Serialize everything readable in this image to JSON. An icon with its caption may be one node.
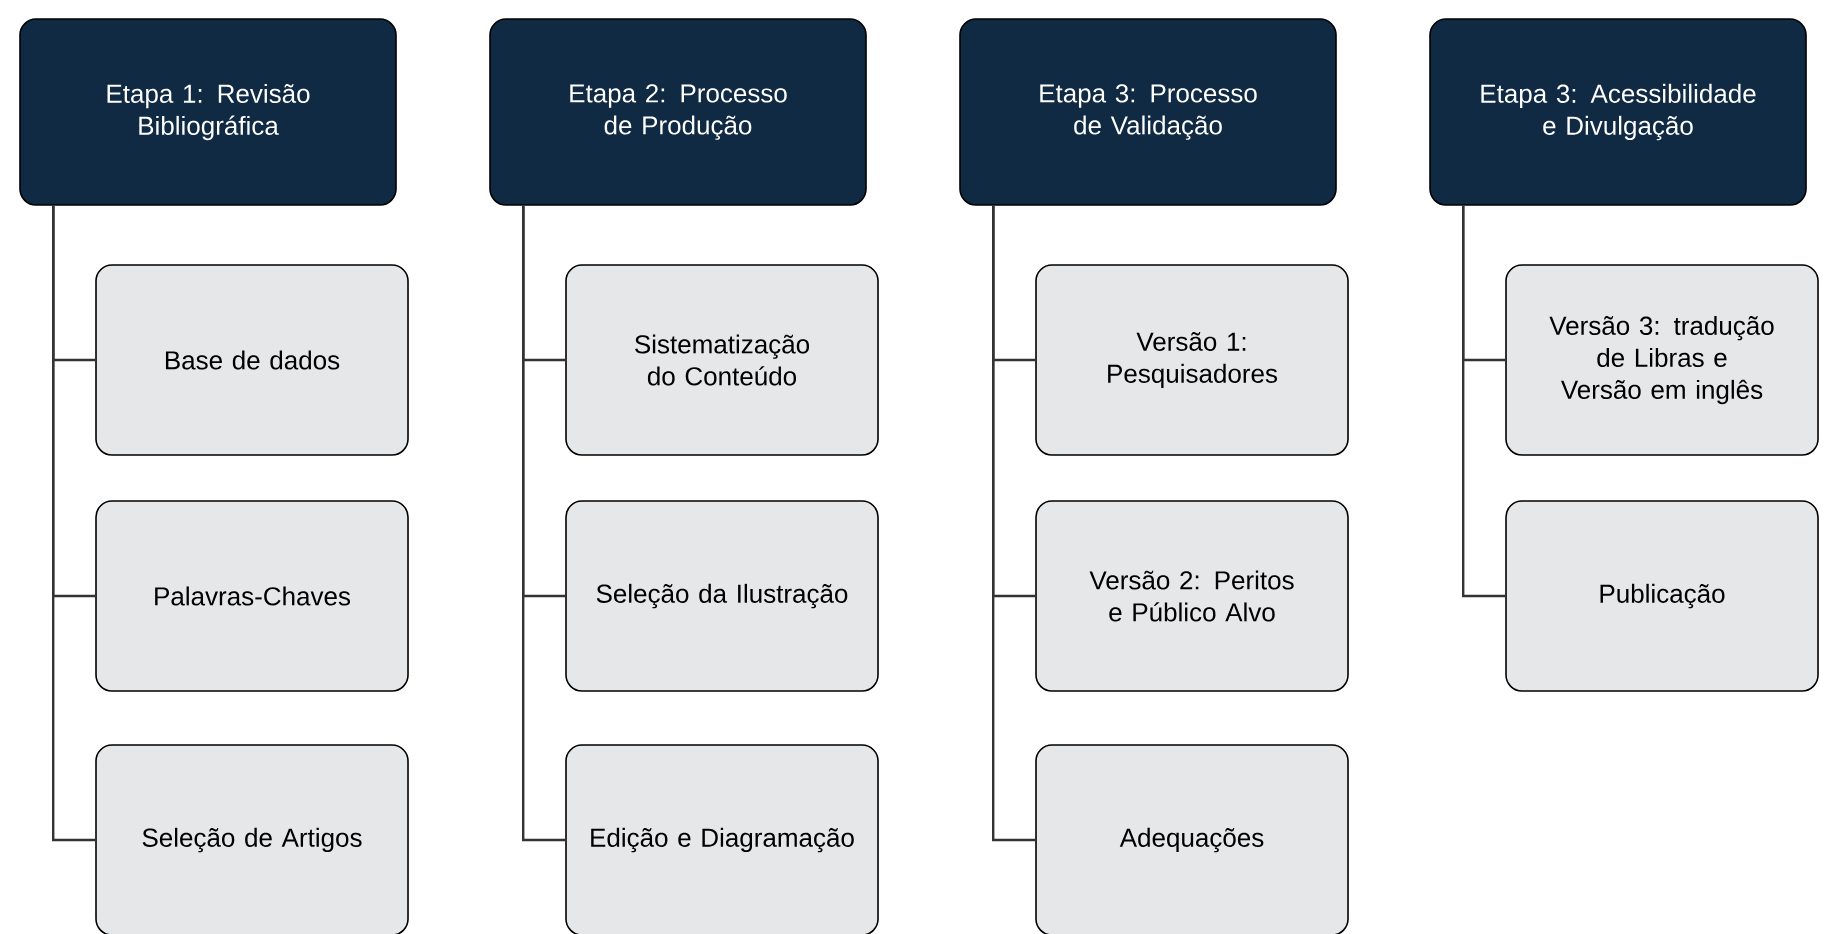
{
  "diagram": {
    "nodes": [
      {
        "text": [
          "Etapa 1: Revisão Bibliográfica"
        ]
      },
      {
        "text": [
          "Base de dados"
        ]
      },
      {
        "text": [
          "Palavras-Chaves"
        ]
      },
      {
        "text": [
          "Seleção de Artigos"
        ]
      },
      {
        "text": [
          "Etapa 2: Processo de Produção"
        ]
      },
      {
        "text": [
          "Sistematização do Conteúdo"
        ]
      },
      {
        "text": [
          "Seleção da Ilustração"
        ]
      },
      {
        "text": [
          "Edição e Diagramação"
        ]
      },
      {
        "text": [
          "Etapa 3: Processo de Validação"
        ]
      },
      {
        "text": [
          "Versão 1: Pesquisadores"
        ]
      },
      {
        "text": [
          "Versão 2: Peritos e Público Alvo"
        ]
      },
      {
        "text": [
          "Adequações"
        ]
      },
      {
        "text": [
          "Etapa 3: Acessibilidade e Divulgação"
        ]
      },
      {
        "text": [
          "Versão 3: tradução de Libras e Versão em inglês"
        ]
      },
      {
        "text": [
          "Publicação"
        ]
      }
    ],
    "edges": [
      {
        "from": 0,
        "to": 1,
        "arrow": "none"
      },
      {
        "from": 0,
        "to": 2,
        "arrow": "none"
      },
      {
        "from": 0,
        "to": 3,
        "arrow": "none"
      },
      {
        "from": 4,
        "to": 5,
        "arrow": "none"
      },
      {
        "from": 4,
        "to": 6,
        "arrow": "none"
      },
      {
        "from": 4,
        "to": 7,
        "arrow": "none"
      },
      {
        "from": 8,
        "to": 9,
        "arrow": "none"
      },
      {
        "from": 8,
        "to": 10,
        "arrow": "none"
      },
      {
        "from": 8,
        "to": 11,
        "arrow": "none"
      },
      {
        "from": 12,
        "to": 13,
        "arrow": "none"
      },
      {
        "from": 12,
        "to": 14,
        "arrow": "none"
      }
    ]
  }
}
